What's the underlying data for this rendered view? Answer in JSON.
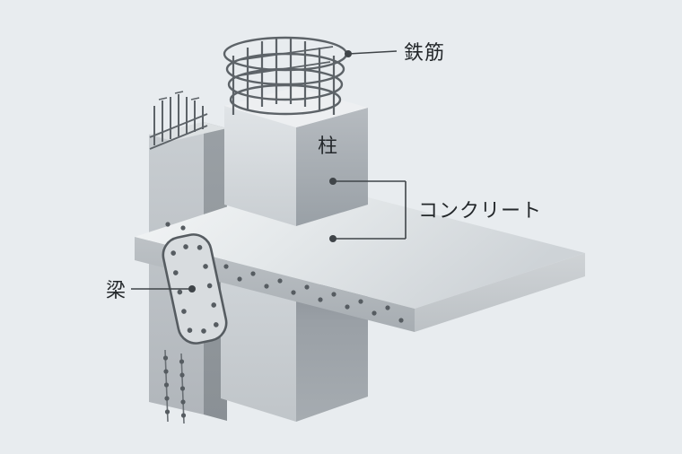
{
  "figure": {
    "background": "#e8ecef",
    "kind": "reinforced-concrete-structure-illustration"
  },
  "labels": {
    "rebar": "鉄筋",
    "column": "柱",
    "concrete": "コンクリート",
    "beam": "梁"
  },
  "style": {
    "text_color": "#24282b",
    "leader_line_color": "#3f4448",
    "rebar_color": "#5d6368",
    "dot_color": "#565c61",
    "concrete_light": "#eef0f2",
    "concrete_mid": "#c6cbcf",
    "concrete_dark": "#9aa0a6"
  }
}
